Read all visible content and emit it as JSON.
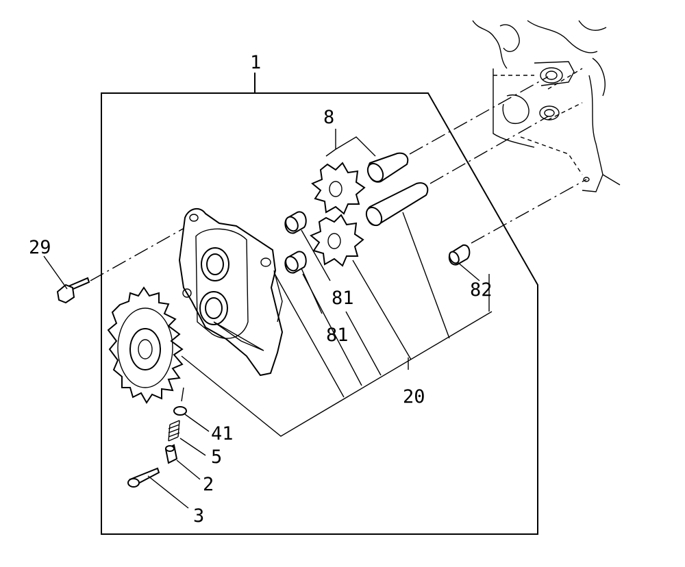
{
  "callouts": {
    "c1": "1",
    "c8": "8",
    "c29": "29",
    "c81a": "81",
    "c81b": "81",
    "c82": "82",
    "c20": "20",
    "c41": "41",
    "c5": "5",
    "c2": "2",
    "c3": "3"
  },
  "colors": {
    "line": "#000000",
    "background": "#ffffff"
  }
}
